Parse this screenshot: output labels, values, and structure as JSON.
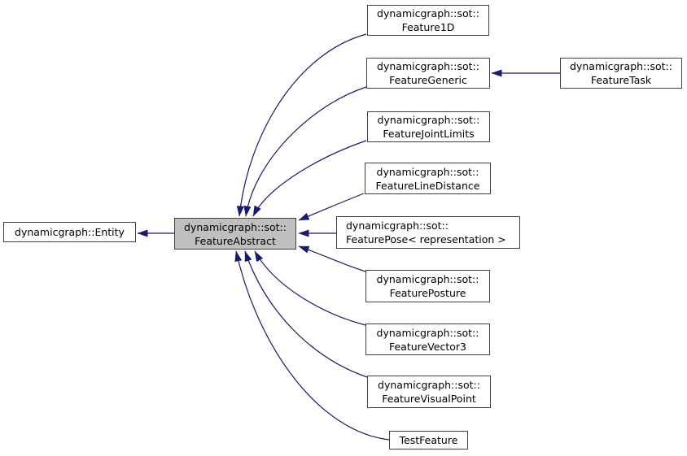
{
  "diagram": {
    "type": "class-inheritance-graph",
    "colors": {
      "edge": "#191970",
      "node_border": "#404040",
      "node_fill": "#ffffff",
      "highlight_fill": "#bfbfbf",
      "text": "#000000",
      "background": "#ffffff"
    },
    "highlighted_node": "dynamicgraph::sot::FeatureAbstract",
    "nodes": {
      "entity": {
        "lines": [
          "dynamicgraph::Entity"
        ]
      },
      "feature_abstract": {
        "lines": [
          "dynamicgraph::sot::",
          "FeatureAbstract"
        ]
      },
      "feature_1d": {
        "lines": [
          "dynamicgraph::sot::",
          "Feature1D"
        ]
      },
      "feature_generic": {
        "lines": [
          "dynamicgraph::sot::",
          "FeatureGeneric"
        ]
      },
      "feature_task": {
        "lines": [
          "dynamicgraph::sot::",
          "FeatureTask"
        ]
      },
      "feature_joint_limits": {
        "lines": [
          "dynamicgraph::sot::",
          "FeatureJointLimits"
        ]
      },
      "feature_line_distance": {
        "lines": [
          "dynamicgraph::sot::",
          "FeatureLineDistance"
        ]
      },
      "feature_pose": {
        "lines": [
          "dynamicgraph::sot::",
          "FeaturePose< representation >"
        ]
      },
      "feature_posture": {
        "lines": [
          "dynamicgraph::sot::",
          "FeaturePosture"
        ]
      },
      "feature_vector3": {
        "lines": [
          "dynamicgraph::sot::",
          "FeatureVector3"
        ]
      },
      "feature_visual_point": {
        "lines": [
          "dynamicgraph::sot::",
          "FeatureVisualPoint"
        ]
      },
      "test_feature": {
        "lines": [
          "TestFeature"
        ]
      }
    },
    "edges": [
      {
        "from": "feature_abstract",
        "to": "entity",
        "type": "inheritance"
      },
      {
        "from": "feature_1d",
        "to": "feature_abstract",
        "type": "inheritance"
      },
      {
        "from": "feature_generic",
        "to": "feature_abstract",
        "type": "inheritance"
      },
      {
        "from": "feature_task",
        "to": "feature_generic",
        "type": "inheritance"
      },
      {
        "from": "feature_joint_limits",
        "to": "feature_abstract",
        "type": "inheritance"
      },
      {
        "from": "feature_line_distance",
        "to": "feature_abstract",
        "type": "inheritance"
      },
      {
        "from": "feature_pose",
        "to": "feature_abstract",
        "type": "inheritance"
      },
      {
        "from": "feature_posture",
        "to": "feature_abstract",
        "type": "inheritance"
      },
      {
        "from": "feature_vector3",
        "to": "feature_abstract",
        "type": "inheritance"
      },
      {
        "from": "feature_visual_point",
        "to": "feature_abstract",
        "type": "inheritance"
      },
      {
        "from": "test_feature",
        "to": "feature_abstract",
        "type": "inheritance"
      }
    ]
  }
}
